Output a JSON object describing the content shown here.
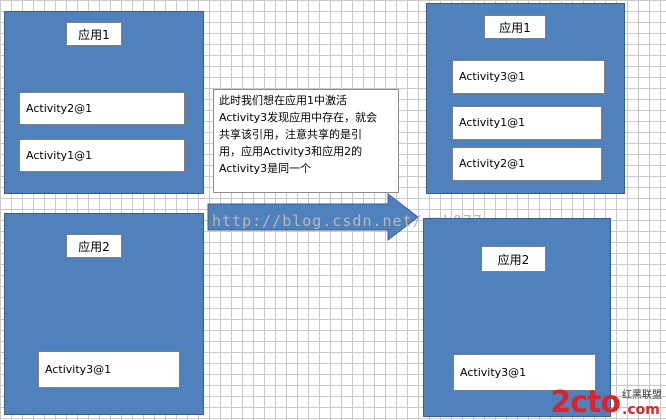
{
  "left_top_panel": {
    "title": "应用1",
    "items": [
      "Activity2@1",
      "Activity1@1"
    ]
  },
  "left_bottom_panel": {
    "title": "应用2",
    "items": [
      "Activity3@1"
    ]
  },
  "right_top_panel": {
    "title": "应用1",
    "items": [
      "Activity3@1",
      "Activity1@1",
      "Activity2@1"
    ]
  },
  "right_bottom_panel": {
    "title": "应用2",
    "items": [
      "Activity3@1"
    ]
  },
  "note": {
    "lines": [
      "此时我们想在应用1中激活",
      "Activity3发现应用中存在，就会",
      "共享该引用，注意共享的是引",
      "用，应用Activity3和应用2的",
      "Activity3是同一个"
    ]
  },
  "watermark": "http://blog.csdn.net/qmk877",
  "logo": {
    "brand": "2cto",
    "tagline": "红黑联盟",
    "site": ".com"
  },
  "colors": {
    "panel": "#4f81bd",
    "arrow": "#4f81bd",
    "logo_red": "#d9262b"
  }
}
